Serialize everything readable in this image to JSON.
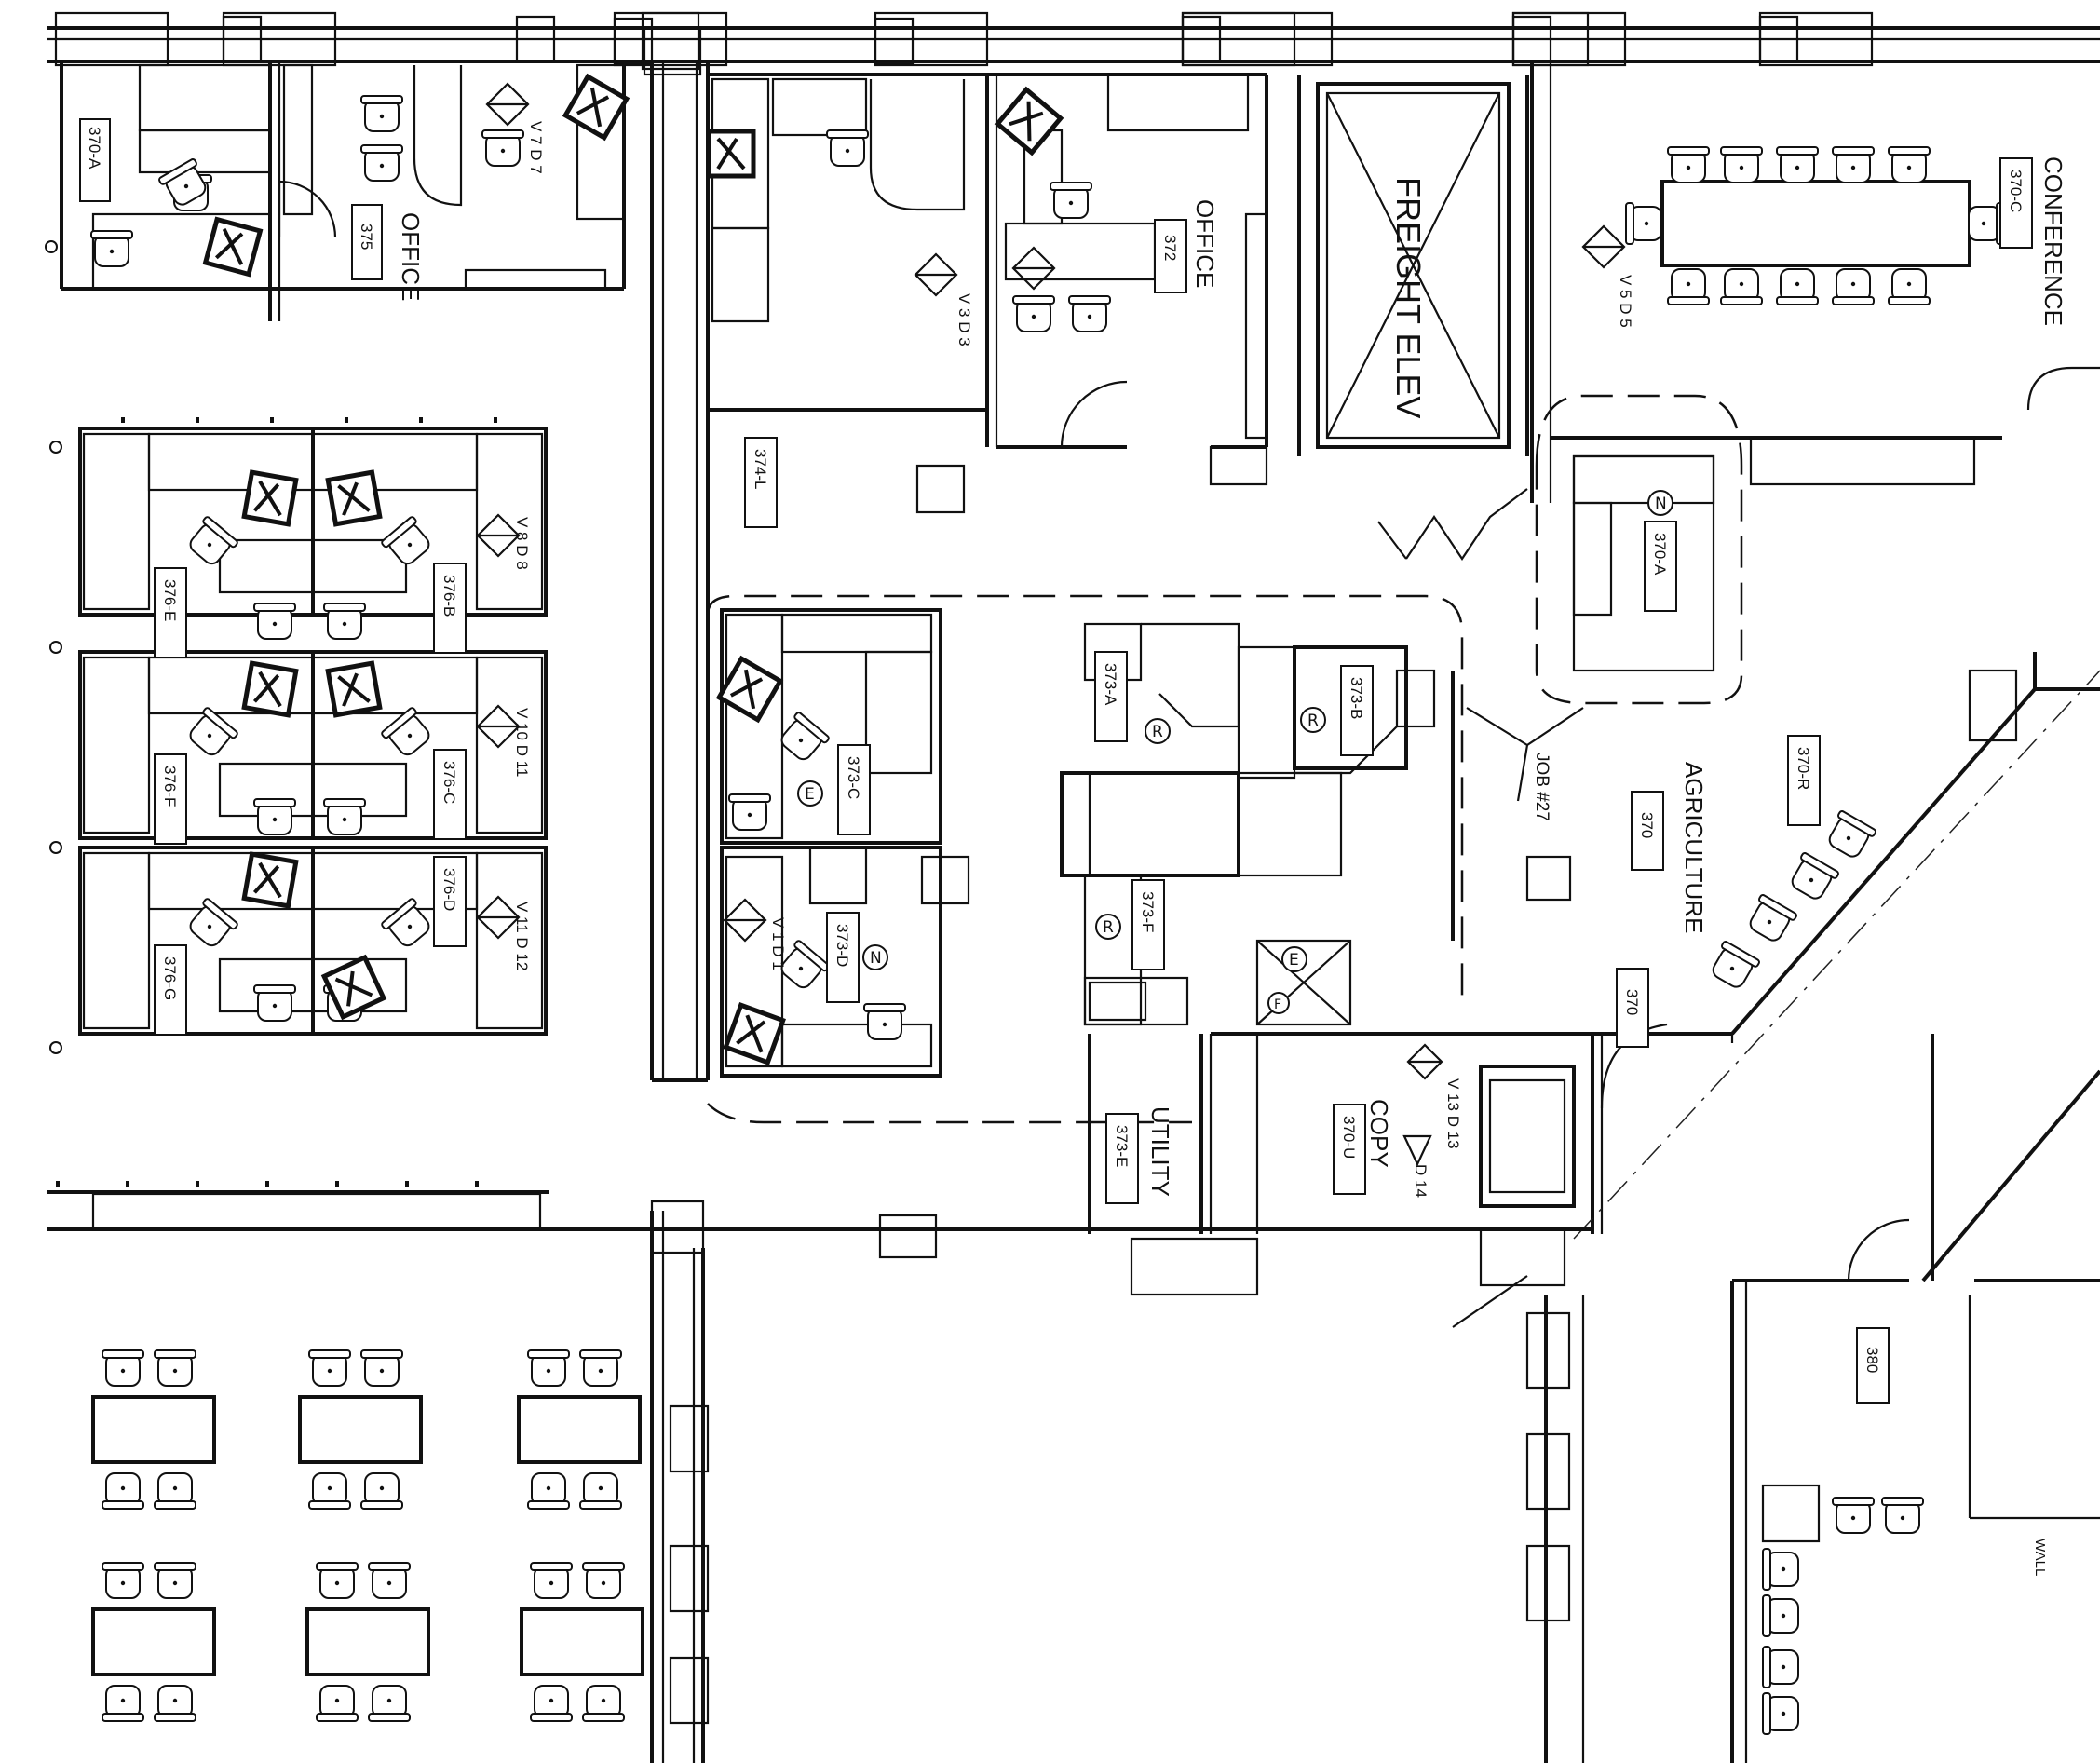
{
  "plan": {
    "labels": {
      "office_375": "OFFICE",
      "office_372": "OFFICE",
      "freight_elev": "FREIGHT ELEV",
      "conference": "CONFERENCE",
      "agriculture": "AGRICULTURE",
      "utility": "UTILITY",
      "copy": "COPY",
      "job": "JOB #27",
      "wall": "WALL"
    },
    "rooms": {
      "r370A_nw": "370-A",
      "r375": "375",
      "r374L": "374-L",
      "r372": "372",
      "r370C": "370-C",
      "r370A": "370-A",
      "r376E": "376-E",
      "r376B": "376-B",
      "r376F": "376-F",
      "r376C": "376-C",
      "r376G": "376-G",
      "r376D": "376-D",
      "r373A": "373-A",
      "r373B": "373-B",
      "r373C": "373-C",
      "r373D": "373-D",
      "r373F": "373-F",
      "r373E": "373-E",
      "r370U": "370-U",
      "r370R": "370-R",
      "r370a": "370",
      "r370b": "370",
      "r380": "380"
    },
    "markers": {
      "vd_375": "V 7 D 7",
      "vd_374": "V 3 D 3",
      "vd_conf": "V 5 D 5",
      "vd_376b": "V 8 D 8",
      "vd_376c": "V 10 D 11",
      "vd_376d": "V 11 D 12",
      "vd_373d": "V 1 D 1",
      "vd_copy": "V 13 D 13",
      "d14": "D 14"
    },
    "symbols": {
      "N": "N",
      "R": "R",
      "E": "E",
      "F": "F"
    }
  }
}
